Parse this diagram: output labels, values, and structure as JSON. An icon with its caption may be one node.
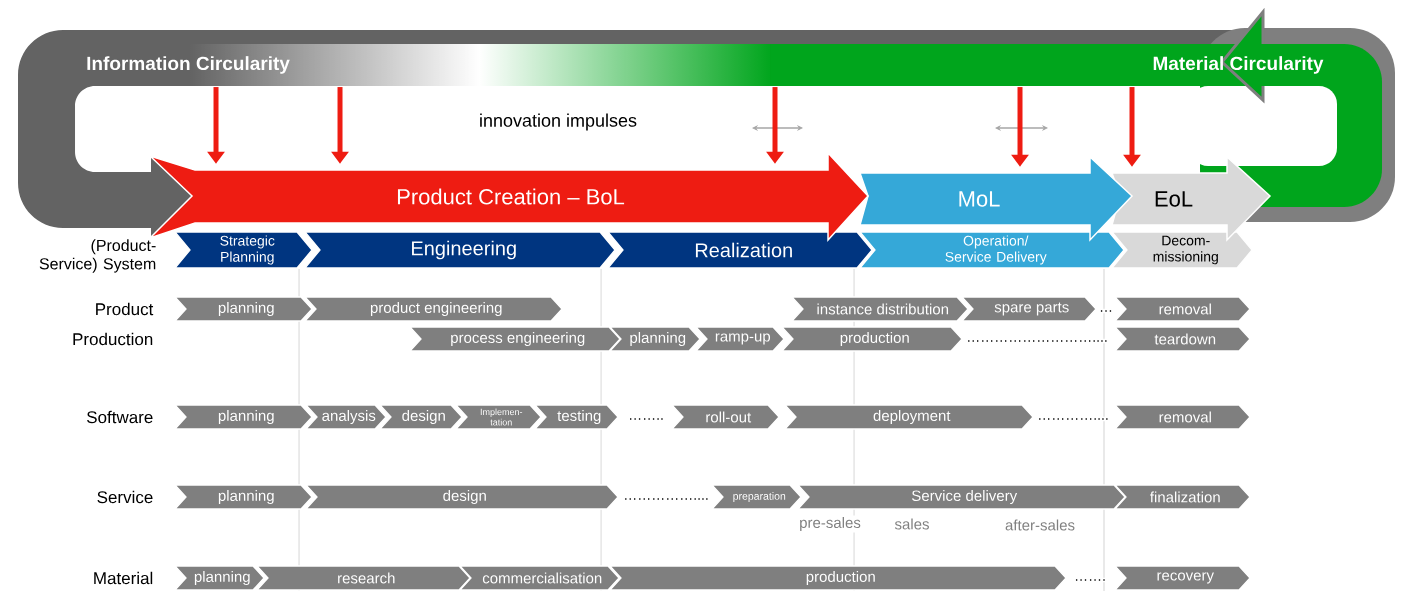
{
  "diagram": {
    "nodes": [
      {
        "text": [
          "Information Circularity"
        ]
      },
      {
        "text": [
          "Material Circularity"
        ]
      },
      {
        "text": [
          "Product Creation – BoL"
        ]
      },
      {
        "text": [
          "MoL"
        ]
      },
      {
        "text": [
          "EoL"
        ]
      },
      {
        "text": [
          "Strategic Planning"
        ]
      },
      {
        "text": [
          "Engineering"
        ]
      },
      {
        "text": [
          "Realization"
        ]
      },
      {
        "text": [
          "Operation/ Service Delivery"
        ]
      },
      {
        "text": [
          "Decom- missioning"
        ]
      },
      {
        "text": [
          "planning"
        ]
      },
      {
        "text": [
          "product engineering"
        ]
      },
      {
        "text": [
          "instance distribution"
        ]
      },
      {
        "text": [
          "spare parts"
        ]
      },
      {
        "text": [
          "removal"
        ]
      },
      {
        "text": [
          "process engineering"
        ]
      },
      {
        "text": [
          "planning"
        ]
      },
      {
        "text": [
          "ramp-up"
        ]
      },
      {
        "text": [
          "production"
        ]
      },
      {
        "text": [
          "teardown"
        ]
      },
      {
        "text": [
          "planning"
        ]
      },
      {
        "text": [
          "analysis"
        ]
      },
      {
        "text": [
          "design"
        ]
      },
      {
        "text": [
          "Implemen- tation"
        ]
      },
      {
        "text": [
          "testing"
        ]
      },
      {
        "text": [
          "roll-out"
        ]
      },
      {
        "text": [
          "deployment"
        ]
      },
      {
        "text": [
          "removal"
        ]
      },
      {
        "text": [
          "planning"
        ]
      },
      {
        "text": [
          "design"
        ]
      },
      {
        "text": [
          "preparation"
        ]
      },
      {
        "text": [
          "Service delivery"
        ]
      },
      {
        "text": [
          "finalization"
        ]
      },
      {
        "text": [
          "planning"
        ]
      },
      {
        "text": [
          "research"
        ]
      },
      {
        "text": [
          "commercialisation"
        ]
      },
      {
        "text": [
          "production"
        ]
      },
      {
        "text": [
          "recovery"
        ]
      }
    ],
    "edges": [
      {
        "from": 0,
        "to": 2,
        "arrow": "to"
      },
      {
        "from": 0,
        "to": 2,
        "arrow": "to"
      },
      {
        "from": 1,
        "to": 2,
        "arrow": "to"
      },
      {
        "from": 1,
        "to": 3,
        "arrow": "to"
      },
      {
        "from": 1,
        "to": 4,
        "arrow": "to"
      }
    ],
    "labels": [
      "innovation impulses",
      "(Product-Service) System",
      "Product",
      "…",
      "Production",
      "………………………....",
      "Software",
      "……..",
      "…………....",
      "Service",
      "……………....",
      "pre-sales",
      "sales",
      "after-sales",
      "Material",
      "……."
    ]
  }
}
